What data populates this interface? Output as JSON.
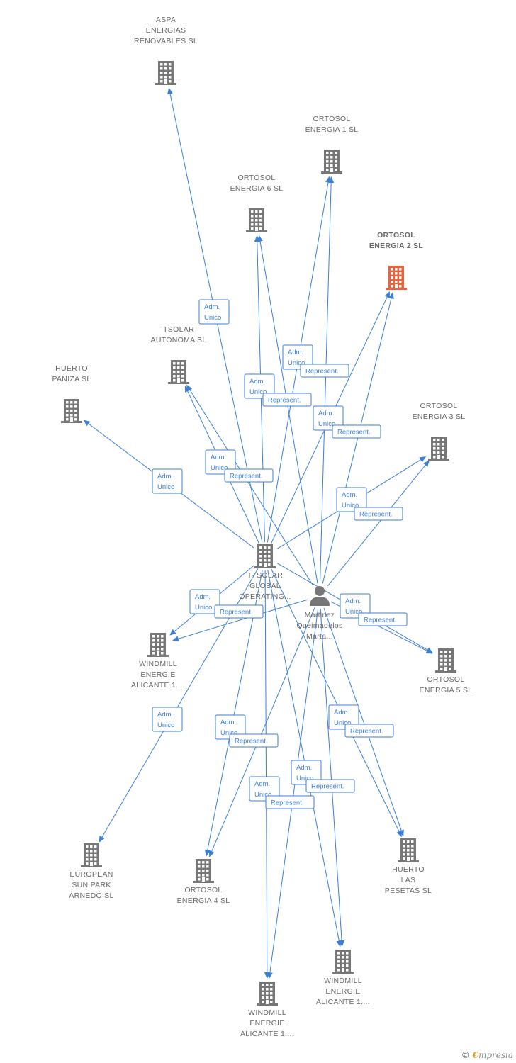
{
  "colors": {
    "edge": "#3c7fd6",
    "node": "#777777",
    "highlight": "#e8643c"
  },
  "nodes": [
    {
      "id": "aspa",
      "type": "company",
      "label": [
        "ASPA",
        "ENERGIAS",
        "RENOVABLES SL"
      ]
    },
    {
      "id": "ortosol1",
      "type": "company",
      "label": [
        "ORTOSOL",
        "ENERGIA 1 SL"
      ]
    },
    {
      "id": "ortosol6",
      "type": "company",
      "label": [
        "ORTOSOL",
        "ENERGIA 6 SL"
      ]
    },
    {
      "id": "ortosol2",
      "type": "company",
      "label": [
        "ORTOSOL",
        "ENERGIA 2 SL"
      ],
      "highlight": true
    },
    {
      "id": "tsolar",
      "type": "company",
      "label": [
        "TSOLAR",
        "AUTONOMA  SL"
      ]
    },
    {
      "id": "huertopaniza",
      "type": "company",
      "label": [
        "HUERTO",
        "PANIZA SL"
      ]
    },
    {
      "id": "ortosol3",
      "type": "company",
      "label": [
        "ORTOSOL",
        "ENERGIA 3 SL"
      ]
    },
    {
      "id": "tsolarglobal",
      "type": "company",
      "label": [
        "T- SOLAR",
        "GLOBAL",
        "OPERATING..."
      ]
    },
    {
      "id": "martinez",
      "type": "person",
      "label": [
        "Martinez",
        "Queimadelos",
        "Marta..."
      ]
    },
    {
      "id": "windmill1",
      "type": "company",
      "label": [
        "WINDMILL",
        "ENERGIE",
        "ALICANTE 1...."
      ]
    },
    {
      "id": "ortosol5",
      "type": "company",
      "label": [
        "ORTOSOL",
        "ENERGIA 5 SL"
      ]
    },
    {
      "id": "european",
      "type": "company",
      "label": [
        "EUROPEAN",
        "SUN PARK",
        "ARNEDO SL"
      ]
    },
    {
      "id": "ortosol4",
      "type": "company",
      "label": [
        "ORTOSOL",
        "ENERGIA 4 SL"
      ]
    },
    {
      "id": "huertolas",
      "type": "company",
      "label": [
        "HUERTO",
        "LAS",
        "PESETAS SL"
      ]
    },
    {
      "id": "windmill2",
      "type": "company",
      "label": [
        "WINDMILL",
        "ENERGIE",
        "ALICANTE 1...."
      ]
    },
    {
      "id": "windmill3",
      "type": "company",
      "label": [
        "WINDMILL",
        "ENERGIE",
        "ALICANTE 1...."
      ]
    }
  ],
  "edges": [
    {
      "from": "tsolarglobal",
      "to": "aspa",
      "label": [
        "Adm.",
        "Unico"
      ]
    },
    {
      "from": "tsolarglobal",
      "to": "ortosol1",
      "label": [
        "Adm.",
        "Unico"
      ]
    },
    {
      "from": "martinez",
      "to": "ortosol1",
      "label": [
        "Represent."
      ]
    },
    {
      "from": "tsolarglobal",
      "to": "ortosol6",
      "label": [
        "Adm.",
        "Unico"
      ]
    },
    {
      "from": "martinez",
      "to": "ortosol6",
      "label": [
        "Represent."
      ]
    },
    {
      "from": "tsolarglobal",
      "to": "ortosol2",
      "label": [
        "Adm.",
        "Unico"
      ]
    },
    {
      "from": "martinez",
      "to": "ortosol2",
      "label": [
        "Represent."
      ]
    },
    {
      "from": "tsolarglobal",
      "to": "tsolar",
      "label": [
        "Adm.",
        "Unico"
      ]
    },
    {
      "from": "martinez",
      "to": "tsolar",
      "label": [
        "Represent."
      ]
    },
    {
      "from": "tsolarglobal",
      "to": "huertopaniza",
      "label": [
        "Adm.",
        "Unico"
      ]
    },
    {
      "from": "tsolarglobal",
      "to": "ortosol3",
      "label": [
        "Adm.",
        "Unico"
      ]
    },
    {
      "from": "martinez",
      "to": "ortosol3",
      "label": [
        "Represent."
      ]
    },
    {
      "from": "tsolarglobal",
      "to": "ortosol5",
      "label": [
        "Adm.",
        "Unico"
      ]
    },
    {
      "from": "martinez",
      "to": "ortosol5",
      "label": [
        "Represent."
      ]
    },
    {
      "from": "tsolarglobal",
      "to": "windmill1",
      "label": [
        "Adm.",
        "Unico"
      ]
    },
    {
      "from": "martinez",
      "to": "windmill1",
      "label": [
        "Represent."
      ]
    },
    {
      "from": "tsolarglobal",
      "to": "european",
      "label": [
        "Adm.",
        "Unico"
      ]
    },
    {
      "from": "tsolarglobal",
      "to": "ortosol4",
      "label": [
        "Adm.",
        "Unico"
      ]
    },
    {
      "from": "martinez",
      "to": "ortosol4",
      "label": [
        "Represent."
      ]
    },
    {
      "from": "tsolarglobal",
      "to": "huertolas",
      "label": [
        "Adm.",
        "Unico"
      ]
    },
    {
      "from": "martinez",
      "to": "huertolas",
      "label": [
        "Represent."
      ]
    },
    {
      "from": "tsolarglobal",
      "to": "windmill2",
      "label": [
        "Adm.",
        "Unico"
      ]
    },
    {
      "from": "martinez",
      "to": "windmill2",
      "label": [
        "Represent."
      ]
    },
    {
      "from": "tsolarglobal",
      "to": "windmill3",
      "label": [
        "Adm.",
        "Unico"
      ]
    },
    {
      "from": "martinez",
      "to": "windmill3",
      "label": [
        "Represent."
      ]
    }
  ],
  "footer": {
    "copyright": "©",
    "brand_initial": "€",
    "brand_rest": "mpresia"
  }
}
